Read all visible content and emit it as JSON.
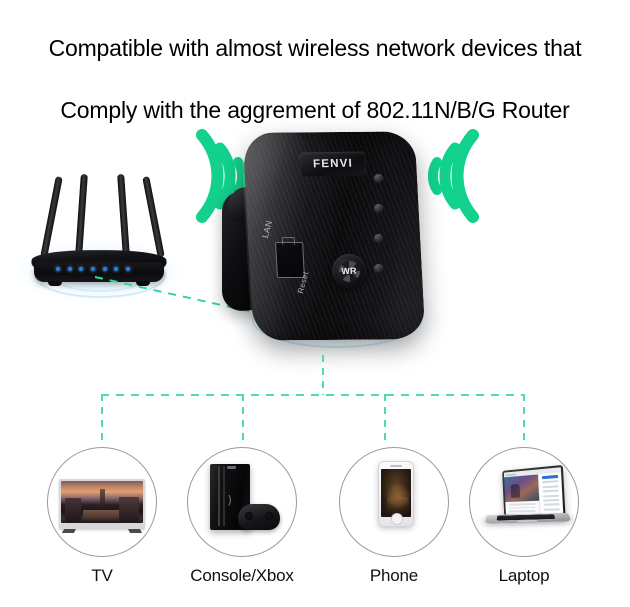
{
  "headline": {
    "line1": "Compatible with almost wireless network devices that",
    "line2": "Comply with the aggrement of 802.11N/B/G Router"
  },
  "extender": {
    "brand": "FENVI",
    "port_label": "LAN",
    "reset_label": "Reset",
    "wps_label": "WR",
    "led_count": 4
  },
  "router": {
    "antenna_count": 4,
    "led_count": 7
  },
  "signal": {
    "arc_count_left": 3,
    "arc_count_right": 3,
    "arc_color": "#12D18C",
    "link_color": "#2FD79B",
    "tree_color": "#4DDCAA",
    "ripple_color": "#CDE8FA"
  },
  "devices": [
    {
      "id": "tv",
      "label": "TV"
    },
    {
      "id": "console",
      "label": "Console/Xbox"
    },
    {
      "id": "phone",
      "label": "Phone"
    },
    {
      "id": "laptop",
      "label": "Laptop"
    }
  ]
}
